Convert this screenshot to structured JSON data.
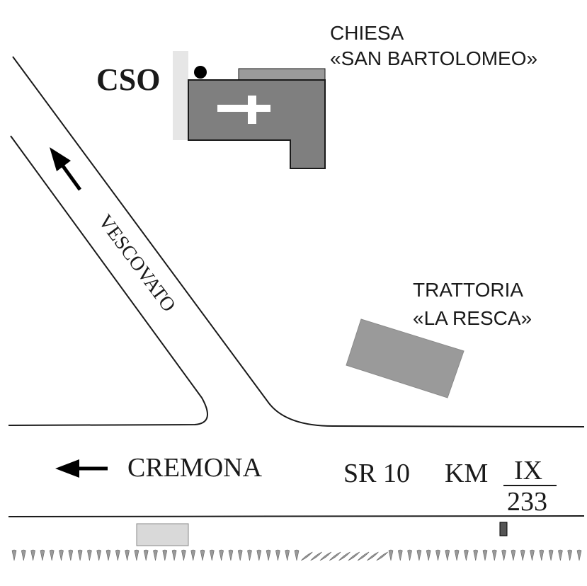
{
  "colors": {
    "road_line": "#1a1a1a",
    "building_dark": "#7f7f7f",
    "building_mid": "#9a9a9a",
    "building_light": "#d9d9d9",
    "wall_light": "#e6e6e6",
    "text": "#1a1a1a",
    "cross": "#ffffff",
    "marker": "#000000"
  },
  "icons": {
    "north_arrow": "arrow-up-left-icon",
    "west_arrow": "arrow-left-icon",
    "cross": "church-cross-icon",
    "dot": "location-dot-icon"
  },
  "labels": {
    "cso": "CSO",
    "church_line1": "CHIESA",
    "church_line2": "«SAN BARTOLOMEO»",
    "trattoria_line1": "TRATTORIA",
    "trattoria_line2": "«LA RESCA»",
    "vescovato": "VESCOVATO",
    "cremona": "CREMONA",
    "sr": "SR 10",
    "km": "KM",
    "km_roman": "IX",
    "km_number": "233"
  }
}
